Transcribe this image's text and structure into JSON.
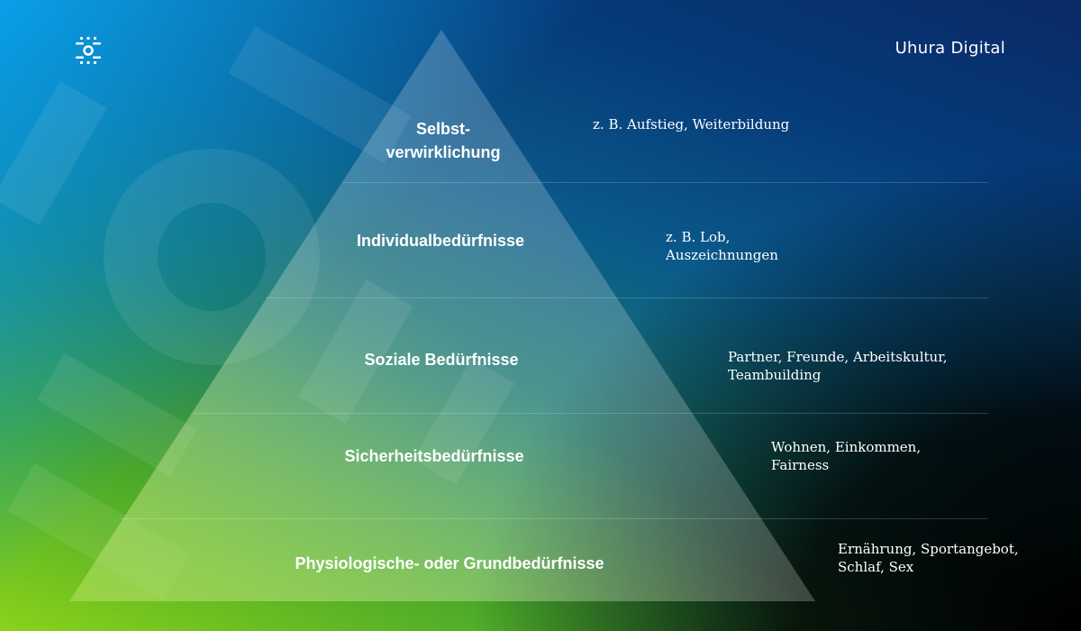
{
  "brand": {
    "name": "Uhura Digital",
    "logo_icon": "radiating-dots-icon"
  },
  "pyramid": {
    "levels": [
      {
        "label": "Selbst-",
        "label2": "verwirklichung",
        "example": "z. B. Aufstieg, Weiterbildung",
        "example2": ""
      },
      {
        "label": "Individualbedürfnisse",
        "example": "z. B. Lob,",
        "example2": "Auszeichnungen"
      },
      {
        "label": "Soziale Bedürfnisse",
        "example": "Partner, Freunde, Arbeitskultur,",
        "example2": "Teambuilding"
      },
      {
        "label": "Sicherheitsbedürfnisse",
        "example": "Wohnen, Einkommen,",
        "example2": "Fairness"
      },
      {
        "label": "Physiologische- oder Grundbedürfnisse",
        "example": "Ernährung, Sportangebot,",
        "example2": "Schlaf, Sex"
      }
    ]
  },
  "colors": {
    "accent_green": "#8ad21a",
    "accent_blue": "#0a9fe8",
    "text": "#ffffff"
  }
}
